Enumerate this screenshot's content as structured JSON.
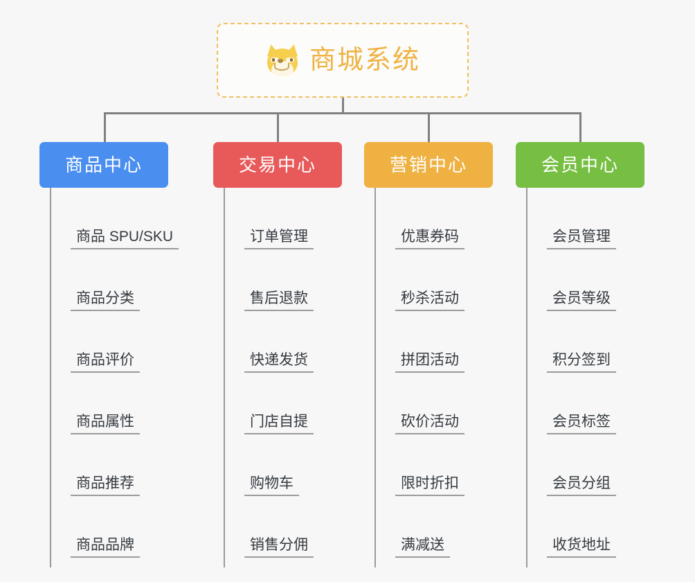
{
  "diagram": {
    "type": "mindmap-org-chart",
    "background_color": "#f7f7f7",
    "connector_color": "#808080",
    "root": {
      "icon": "shiba-dog-icon",
      "title": "商城系统",
      "text_color": "#efb345",
      "border_color": "#f0c060",
      "border_style": "dashed",
      "background_color": "#fcfcfa"
    },
    "categories": [
      {
        "label": "商品中心",
        "color": "#4a8ef0",
        "items": [
          "商品 SPU/SKU",
          "商品分类",
          "商品评价",
          "商品属性",
          "商品推荐",
          "商品品牌"
        ]
      },
      {
        "label": "交易中心",
        "color": "#e85a5a",
        "items": [
          "订单管理",
          "售后退款",
          "快递发货",
          "门店自提",
          "购物车",
          "销售分佣"
        ]
      },
      {
        "label": "营销中心",
        "color": "#eeb142",
        "items": [
          "优惠券码",
          "秒杀活动",
          "拼团活动",
          "砍价活动",
          "限时折扣",
          "满减送"
        ]
      },
      {
        "label": "会员中心",
        "color": "#76bf42",
        "items": [
          "会员管理",
          "会员等级",
          "积分签到",
          "会员标签",
          "会员分组",
          "收货地址"
        ]
      }
    ]
  }
}
